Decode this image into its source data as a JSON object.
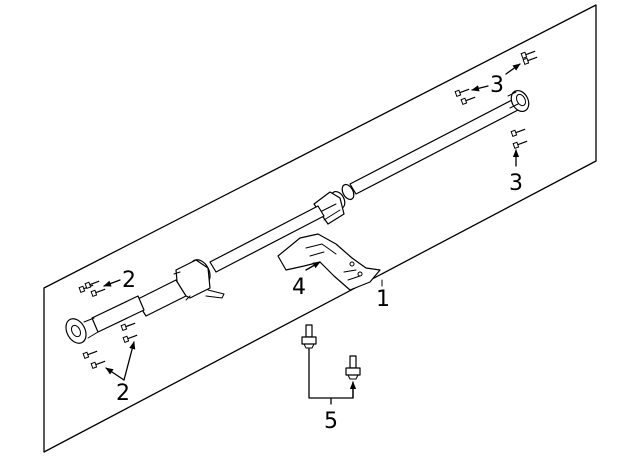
{
  "callouts": {
    "driveshaft": "1",
    "front_bolts_upper": "2",
    "front_bolts_lower": "2",
    "rear_bolts_upper": "3",
    "rear_bolts_lower": "3",
    "center_bracket": "4",
    "bracket_bolts": "5"
  },
  "icons": {
    "arrow": "arrowhead",
    "bolt": "hex-bolt-icon",
    "flange": "flange-yoke-icon"
  },
  "colors": {
    "line": "#000000",
    "background": "#ffffff"
  }
}
